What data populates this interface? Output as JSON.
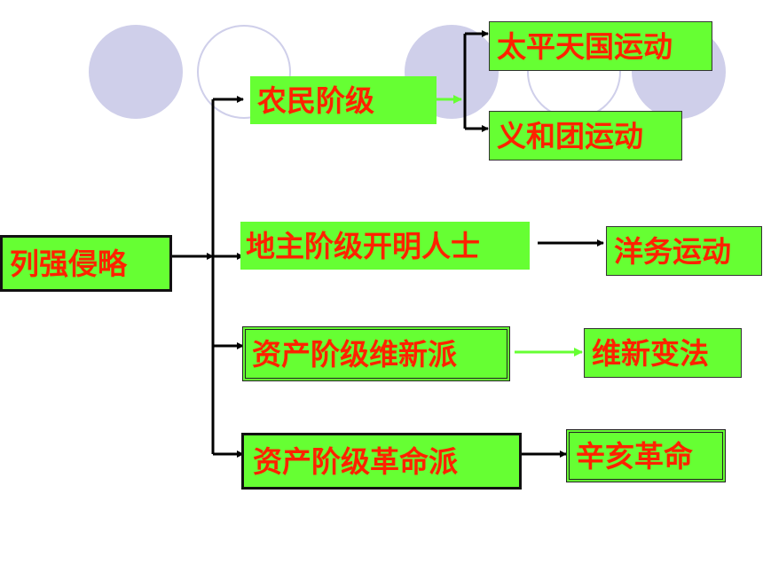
{
  "diagram": {
    "root": "列强侵略",
    "classes": [
      {
        "label": "农民阶级",
        "outcomes": [
          "太平天国运动",
          "义和团运动"
        ]
      },
      {
        "label": "地主阶级开明人士",
        "outcomes": [
          "洋务运动"
        ]
      },
      {
        "label": "资产阶级维新派",
        "outcomes": [
          "维新变法"
        ]
      },
      {
        "label": "资产阶级革命派",
        "outcomes": [
          "辛亥革命"
        ]
      }
    ]
  },
  "colors": {
    "box_fill": "#66ff33",
    "text": "#ff2200",
    "decor_circle": "#cfcfea",
    "bright_arrow": "#66ff33"
  }
}
